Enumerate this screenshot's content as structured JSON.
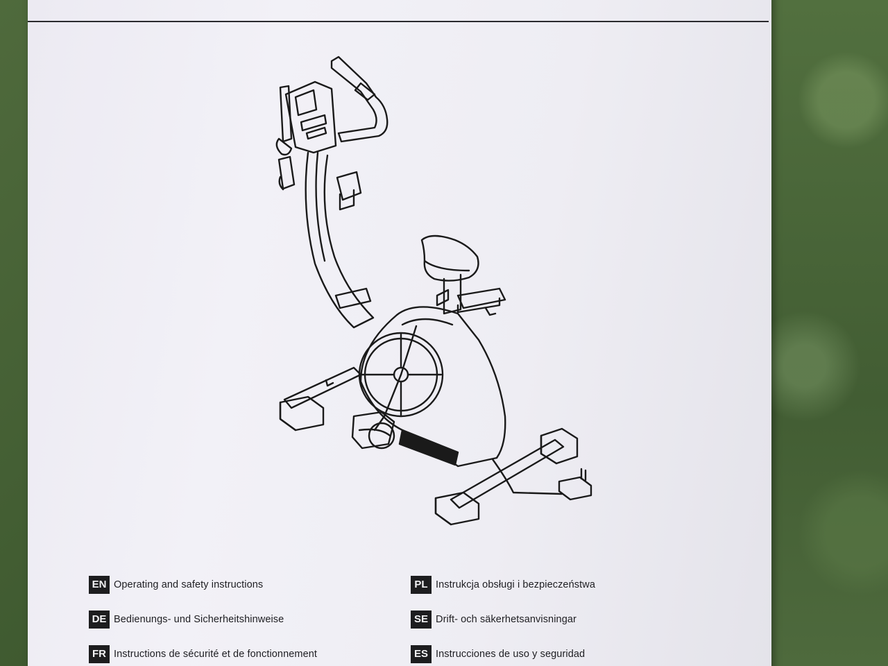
{
  "languages": [
    {
      "code": "EN",
      "label": "Operating and safety instructions"
    },
    {
      "code": "PL",
      "label": "Instrukcja obsługi i bezpieczeństwa"
    },
    {
      "code": "DE",
      "label": "Bedienungs- und Sicherheitshinweise"
    },
    {
      "code": "SE",
      "label": "Drift- och säkerhetsanvisningar"
    },
    {
      "code": "FR",
      "label": "Instructions de sécurité et de fonctionnement"
    },
    {
      "code": "ES",
      "label": "Instrucciones de uso y seguridad"
    }
  ],
  "illustration": {
    "subject": "exercise-bike-line-drawing",
    "stroke_color": "#1a1a1a"
  },
  "colors": {
    "paper": "#efeef4",
    "background": "#4a6538",
    "code_badge": "#1d1d1f"
  }
}
